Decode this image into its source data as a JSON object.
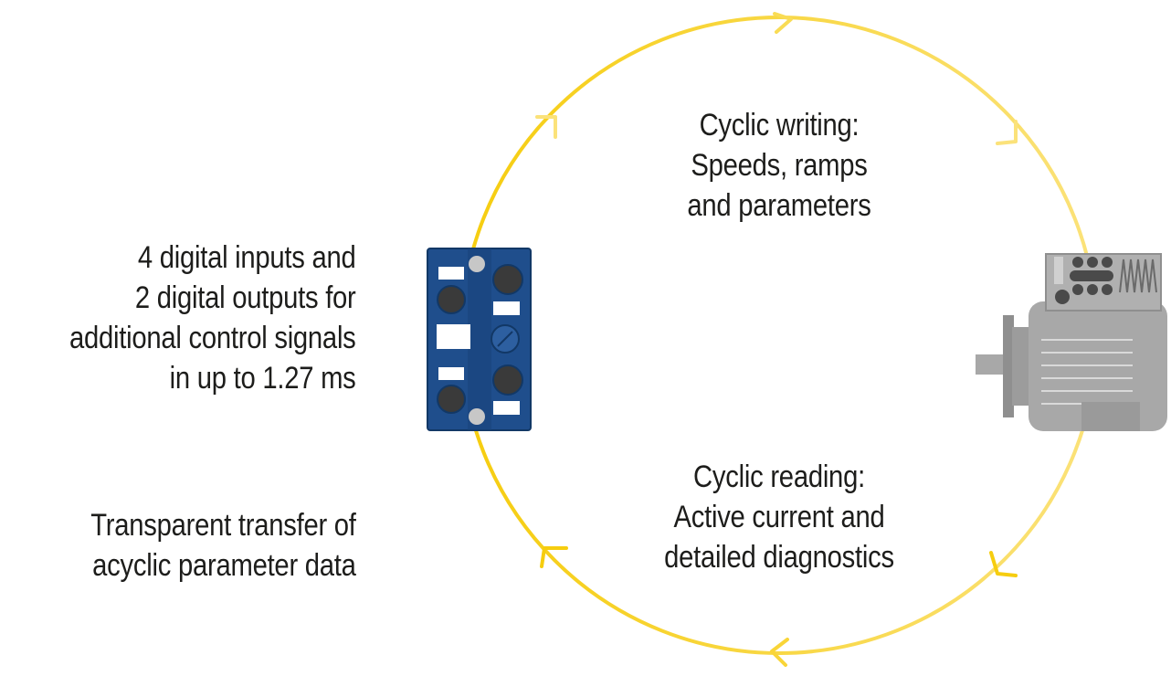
{
  "labels": {
    "io_signals": {
      "lines": [
        "4 digital inputs and",
        "2 digital outputs for",
        "additional control signals",
        "in up to 1.27 ms"
      ]
    },
    "acyclic": {
      "lines": [
        "Transparent transfer of",
        "acyclic parameter data"
      ]
    },
    "cyclic_writing": {
      "lines": [
        "Cyclic writing:",
        "Speeds, ramps",
        "and parameters"
      ]
    },
    "cyclic_reading": {
      "lines": [
        "Cyclic reading:",
        "Active current and",
        "detailed diagnostics"
      ]
    }
  },
  "colors": {
    "cycle": "#f7d117",
    "cycle_light": "#fbe58a",
    "connector": "#1c9ad6",
    "module_body": "#1f4e8c",
    "module_dark": "#123866",
    "motor": "#a8a8a8",
    "motor_dark": "#8f8f8f",
    "text": "#1d1d1b"
  },
  "icons": {
    "module": "io-module-icon",
    "motor": "motor-icon"
  }
}
